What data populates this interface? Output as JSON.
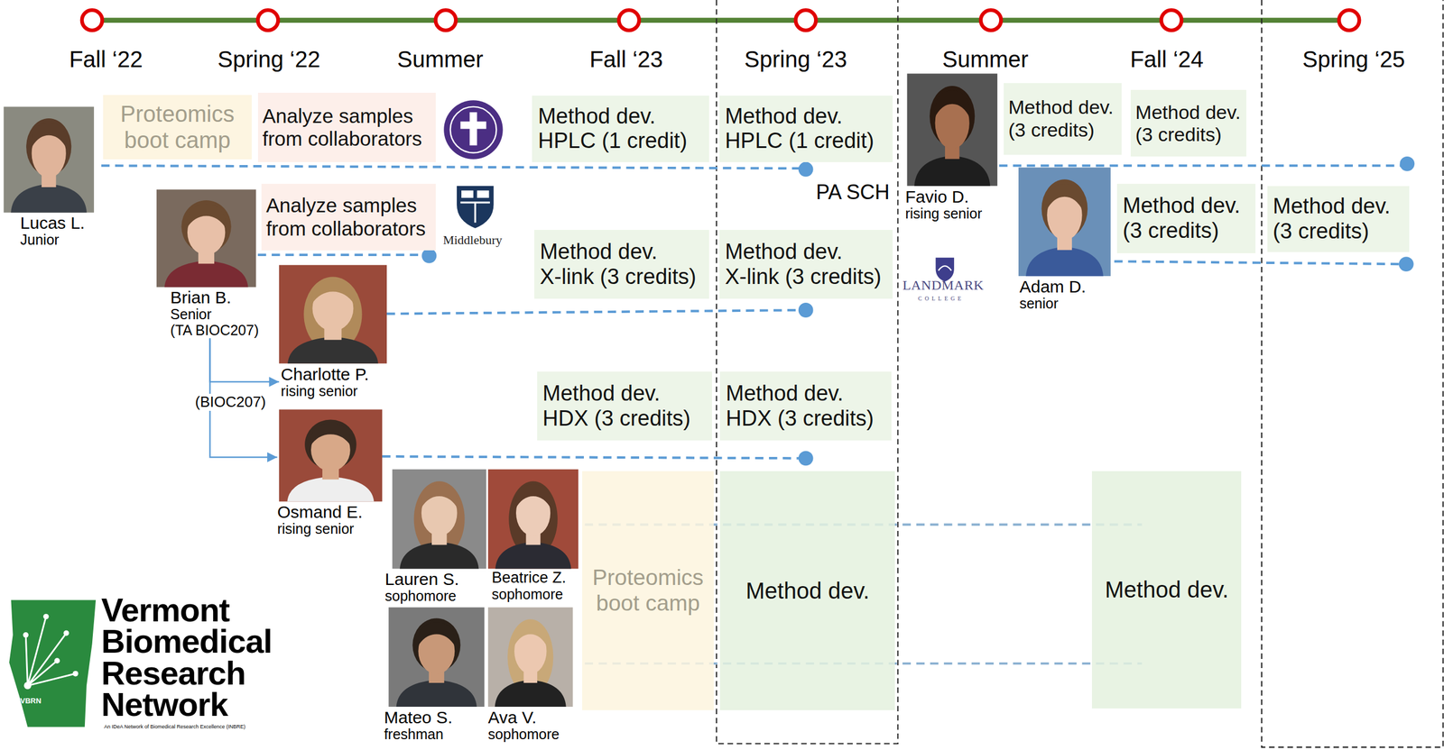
{
  "diagram": {
    "nodes": [
      {
        "text": [
          "Proteomics boot camp"
        ]
      },
      {
        "text": [
          "Analyze samples from collaborators"
        ]
      },
      {
        "text": [
          "Method dev.",
          "HPLC (1 credit)"
        ]
      },
      {
        "text": [
          "Method dev.",
          "HPLC (1 credit)"
        ]
      },
      {
        "text": [
          "Method dev.",
          "(3 credits)"
        ]
      },
      {
        "text": [
          "Method dev.",
          "(3 credits)"
        ]
      },
      {
        "text": [
          "Lucas L.",
          "Junior"
        ]
      },
      {
        "text": [
          "Analyze samples from collaborators"
        ]
      },
      {
        "text": [
          "Method dev.",
          "(3 credits)"
        ]
      },
      {
        "text": [
          "Method dev.",
          "(3 credits)"
        ]
      },
      {
        "text": [
          "Brian B.",
          "Senior",
          "(TA BIOC207)"
        ]
      },
      {
        "text": [
          "Method dev.",
          "X-link (3 credits)"
        ]
      },
      {
        "text": [
          "Method dev.",
          "X-link (3 credits)"
        ]
      },
      {
        "text": [
          "Charlotte P.",
          "rising senior"
        ]
      },
      {
        "text": [
          "Method dev.",
          "HDX (3 credits)"
        ]
      },
      {
        "text": [
          "Method dev.",
          "HDX (3 credits)"
        ]
      },
      {
        "text": [
          "Osmand E.",
          "rising senior"
        ]
      },
      {
        "text": [
          "Proteomics boot camp"
        ]
      },
      {
        "text": [
          "Method dev."
        ]
      },
      {
        "text": [
          "Method dev."
        ]
      },
      {
        "text": [
          "Lauren S.",
          "sophomore"
        ]
      },
      {
        "text": [
          "Beatrice Z.",
          "sophomore"
        ]
      },
      {
        "text": [
          "Mateo S.",
          "freshman"
        ]
      },
      {
        "text": [
          "Ava V.",
          "sophomore"
        ]
      },
      {
        "text": [
          "Favio D.",
          "rising senior"
        ]
      },
      {
        "text": [
          "Adam D.",
          "senior"
        ]
      }
    ],
    "edges": [
      {
        "from": 10,
        "to": 13,
        "arrow": "to"
      },
      {
        "from": 10,
        "to": 16,
        "arrow": "to"
      }
    ],
    "labels": [
      "Fall ‘22",
      "Spring ‘22",
      "Summer",
      "Fall ‘23",
      "Spring ‘23",
      "Summer",
      "Fall ‘24",
      "Spring ‘25",
      "PA SCH",
      "(BIOC207)",
      "Middlebury",
      "LANDMARK",
      "COLLEGE",
      "Vermont Biomedical Research Network",
      "VBRN",
      "An IDeA Network of Biomedical Research Excellence (INBRE)"
    ]
  }
}
